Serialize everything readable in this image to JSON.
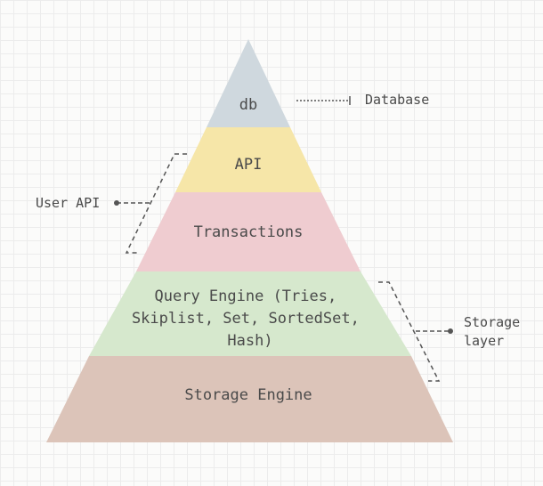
{
  "layers": [
    {
      "id": "db",
      "label_lines": [
        "db"
      ],
      "color": "#cfd8de"
    },
    {
      "id": "api",
      "label_lines": [
        "API"
      ],
      "color": "#f6e6a8"
    },
    {
      "id": "transactions",
      "label_lines": [
        "Transactions"
      ],
      "color": "#efccd0"
    },
    {
      "id": "query-engine",
      "label_lines": [
        "Query Engine (Tries,",
        "Skiplist, Set, SortedSet,",
        "Hash)"
      ],
      "color": "#d6e8cd"
    },
    {
      "id": "storage-engine",
      "label_lines": [
        "Storage Engine"
      ],
      "color": "#dcc4b9"
    }
  ],
  "annotations": {
    "database": {
      "lines": [
        "Database"
      ]
    },
    "user_api": {
      "lines": [
        "User API"
      ]
    },
    "storage_layer": {
      "lines": [
        "Storage",
        "layer"
      ]
    }
  }
}
